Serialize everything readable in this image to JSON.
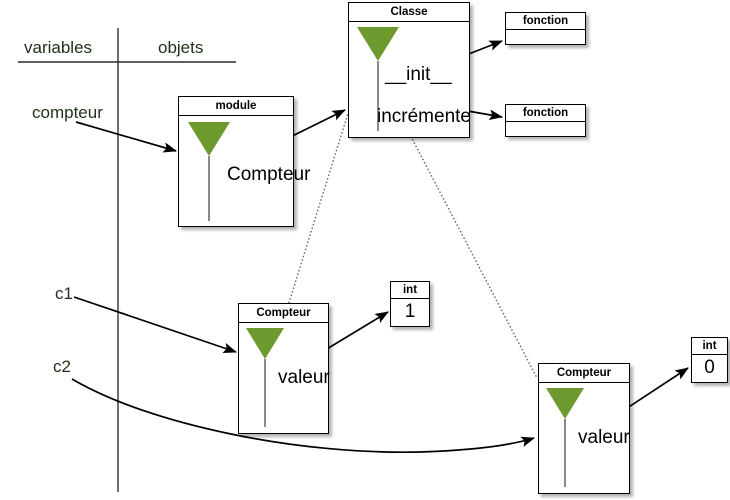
{
  "diagram": {
    "title": "Python objects / variables memory diagram",
    "colors": {
      "funnel_green": "#6d9a2e",
      "label_text": "#1e3118",
      "line": "#000000",
      "dotted_line": "#6b6b6b",
      "stem": "#8a8a8a",
      "box_border": "#000000",
      "background": "#ffffff"
    },
    "headers": {
      "left": "variables",
      "right": "objets"
    },
    "variables": [
      {
        "id": "compteur",
        "label": "compteur"
      },
      {
        "id": "c1",
        "label": "c1"
      },
      {
        "id": "c2",
        "label": "c2"
      }
    ],
    "boxes": [
      {
        "id": "module-box",
        "header": "module",
        "members": [
          {
            "label": "Compteur"
          }
        ]
      },
      {
        "id": "classe-box",
        "header": "Classe",
        "members": [
          {
            "label": "__init__"
          },
          {
            "label": "incrémente"
          }
        ]
      },
      {
        "id": "fonction-box-init",
        "header": "fonction",
        "value": ""
      },
      {
        "id": "fonction-box-incremente",
        "header": "fonction",
        "value": ""
      },
      {
        "id": "compteur-instance-1",
        "header": "Compteur",
        "members": [
          {
            "label": "valeur"
          }
        ]
      },
      {
        "id": "compteur-instance-2",
        "header": "Compteur",
        "members": [
          {
            "label": "valeur"
          }
        ]
      },
      {
        "id": "int-box-1",
        "header": "int",
        "value": "1"
      },
      {
        "id": "int-box-0",
        "header": "int",
        "value": "0"
      }
    ]
  }
}
